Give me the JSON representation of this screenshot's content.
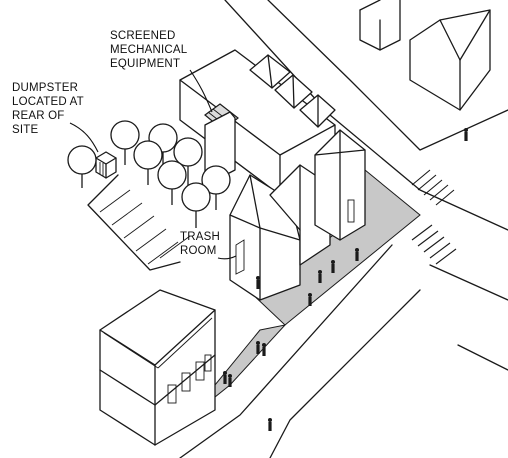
{
  "labels": {
    "equipment": [
      "SCREENED",
      "MECHANICAL",
      "EQUIPMENT"
    ],
    "dumpster": [
      "DUMPSTER",
      "LOCATED AT",
      "REAR OF",
      "SITE"
    ],
    "trash": [
      "TRASH",
      "ROOM"
    ]
  },
  "icons": {
    "trees": "tree-icon",
    "pedestrians": "person-icon"
  },
  "colors": {
    "linework": "#1a1a1a",
    "sidewalk": "#c8c8c8",
    "background": "#ffffff"
  }
}
